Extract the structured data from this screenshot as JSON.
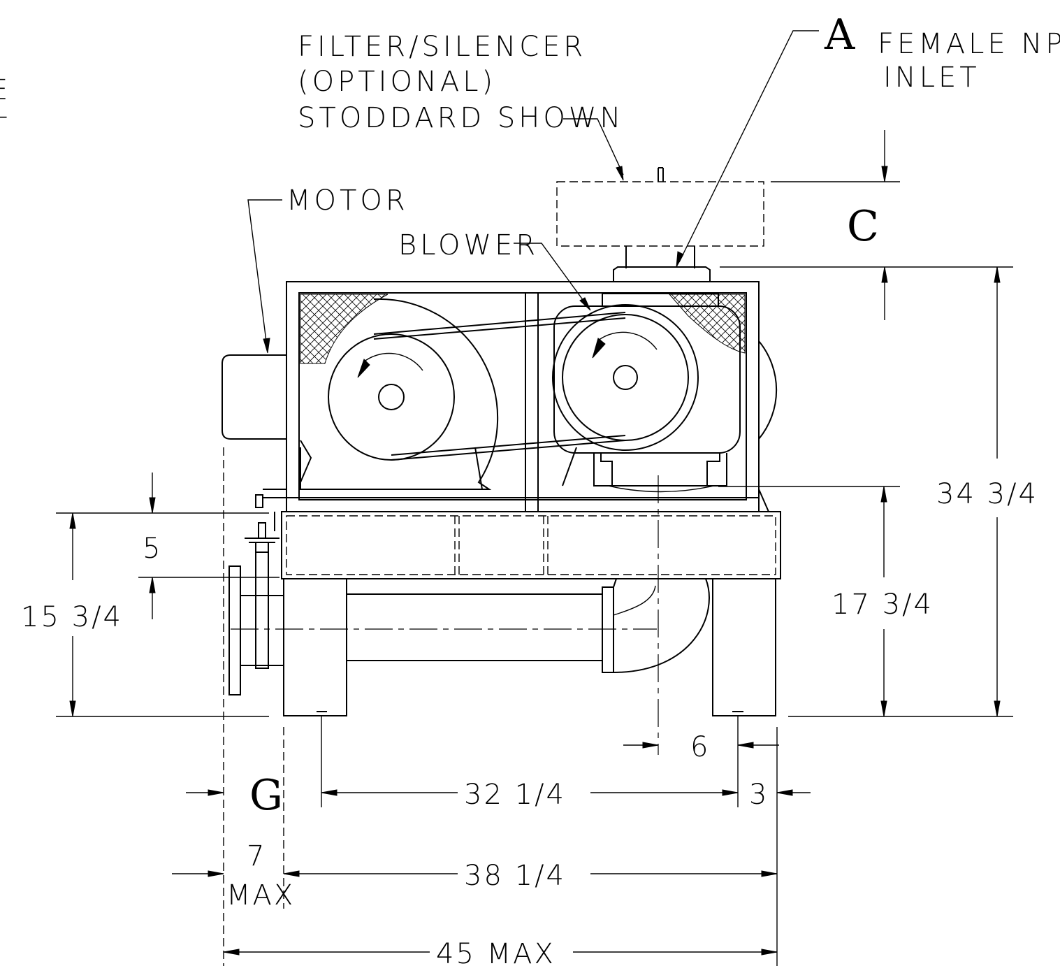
{
  "labels": {
    "filter_line1": "FILTER/SILENCER",
    "filter_line2": "(OPTIONAL)",
    "filter_line3": "STODDARD SHOWN",
    "inlet_letter": "A",
    "inlet_line1": "FEMALE NPT",
    "inlet_line2": "INLET",
    "motor": "MOTOR",
    "blower": "BLOWER",
    "dim_letter_c": "C",
    "dim_letter_g": "G",
    "left_edge_line1": "E",
    "left_edge_line2": "T"
  },
  "dimensions": {
    "overall_height": "34 3/4",
    "base_height": "17 3/4",
    "left_height": "15 3/4",
    "offset_5": "5",
    "offset_6": "6",
    "width_32": "32 1/4",
    "width_3": "3",
    "width_38": "38 1/4",
    "seven": "7",
    "seven_max": "MAX",
    "overall_width": "45 MAX"
  }
}
